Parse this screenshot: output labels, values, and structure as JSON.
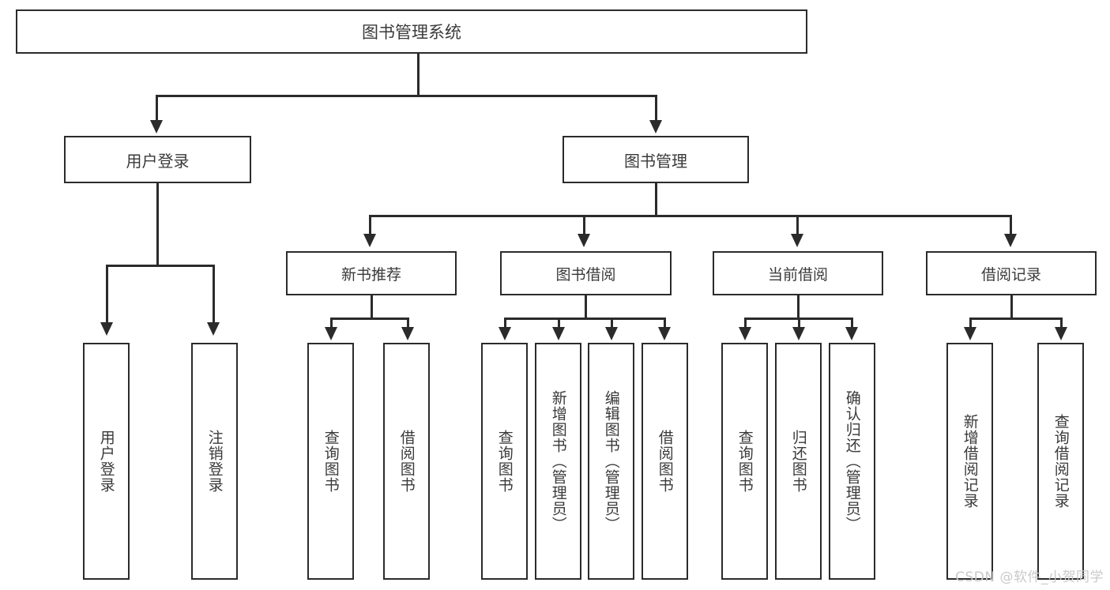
{
  "diagram": {
    "title": "图书管理系统",
    "root": {
      "label": "图书管理系统"
    },
    "level1": [
      {
        "label": "用户登录"
      },
      {
        "label": "图书管理"
      }
    ],
    "level2": [
      {
        "label": "新书推荐"
      },
      {
        "label": "图书借阅"
      },
      {
        "label": "当前借阅"
      },
      {
        "label": "借阅记录"
      }
    ],
    "leaves": [
      {
        "label": "用户登录"
      },
      {
        "label": "注销登录"
      },
      {
        "label": "查询图书"
      },
      {
        "label": "借阅图书"
      },
      {
        "label": "查询图书"
      },
      {
        "label": "新增图书（管理员）"
      },
      {
        "label": "编辑图书（管理员）"
      },
      {
        "label": "借阅图书"
      },
      {
        "label": "查询图书"
      },
      {
        "label": "归还图书"
      },
      {
        "label": "确认归还（管理员）"
      },
      {
        "label": "新增借阅记录"
      },
      {
        "label": "查询借阅记录"
      }
    ]
  },
  "watermark": {
    "text": "CSDN @软件_小贺同学"
  },
  "colors": {
    "border": "#2b2b2b",
    "text": "#3a3a3a",
    "background": "#ffffff",
    "watermark": "#c9c9c9"
  }
}
